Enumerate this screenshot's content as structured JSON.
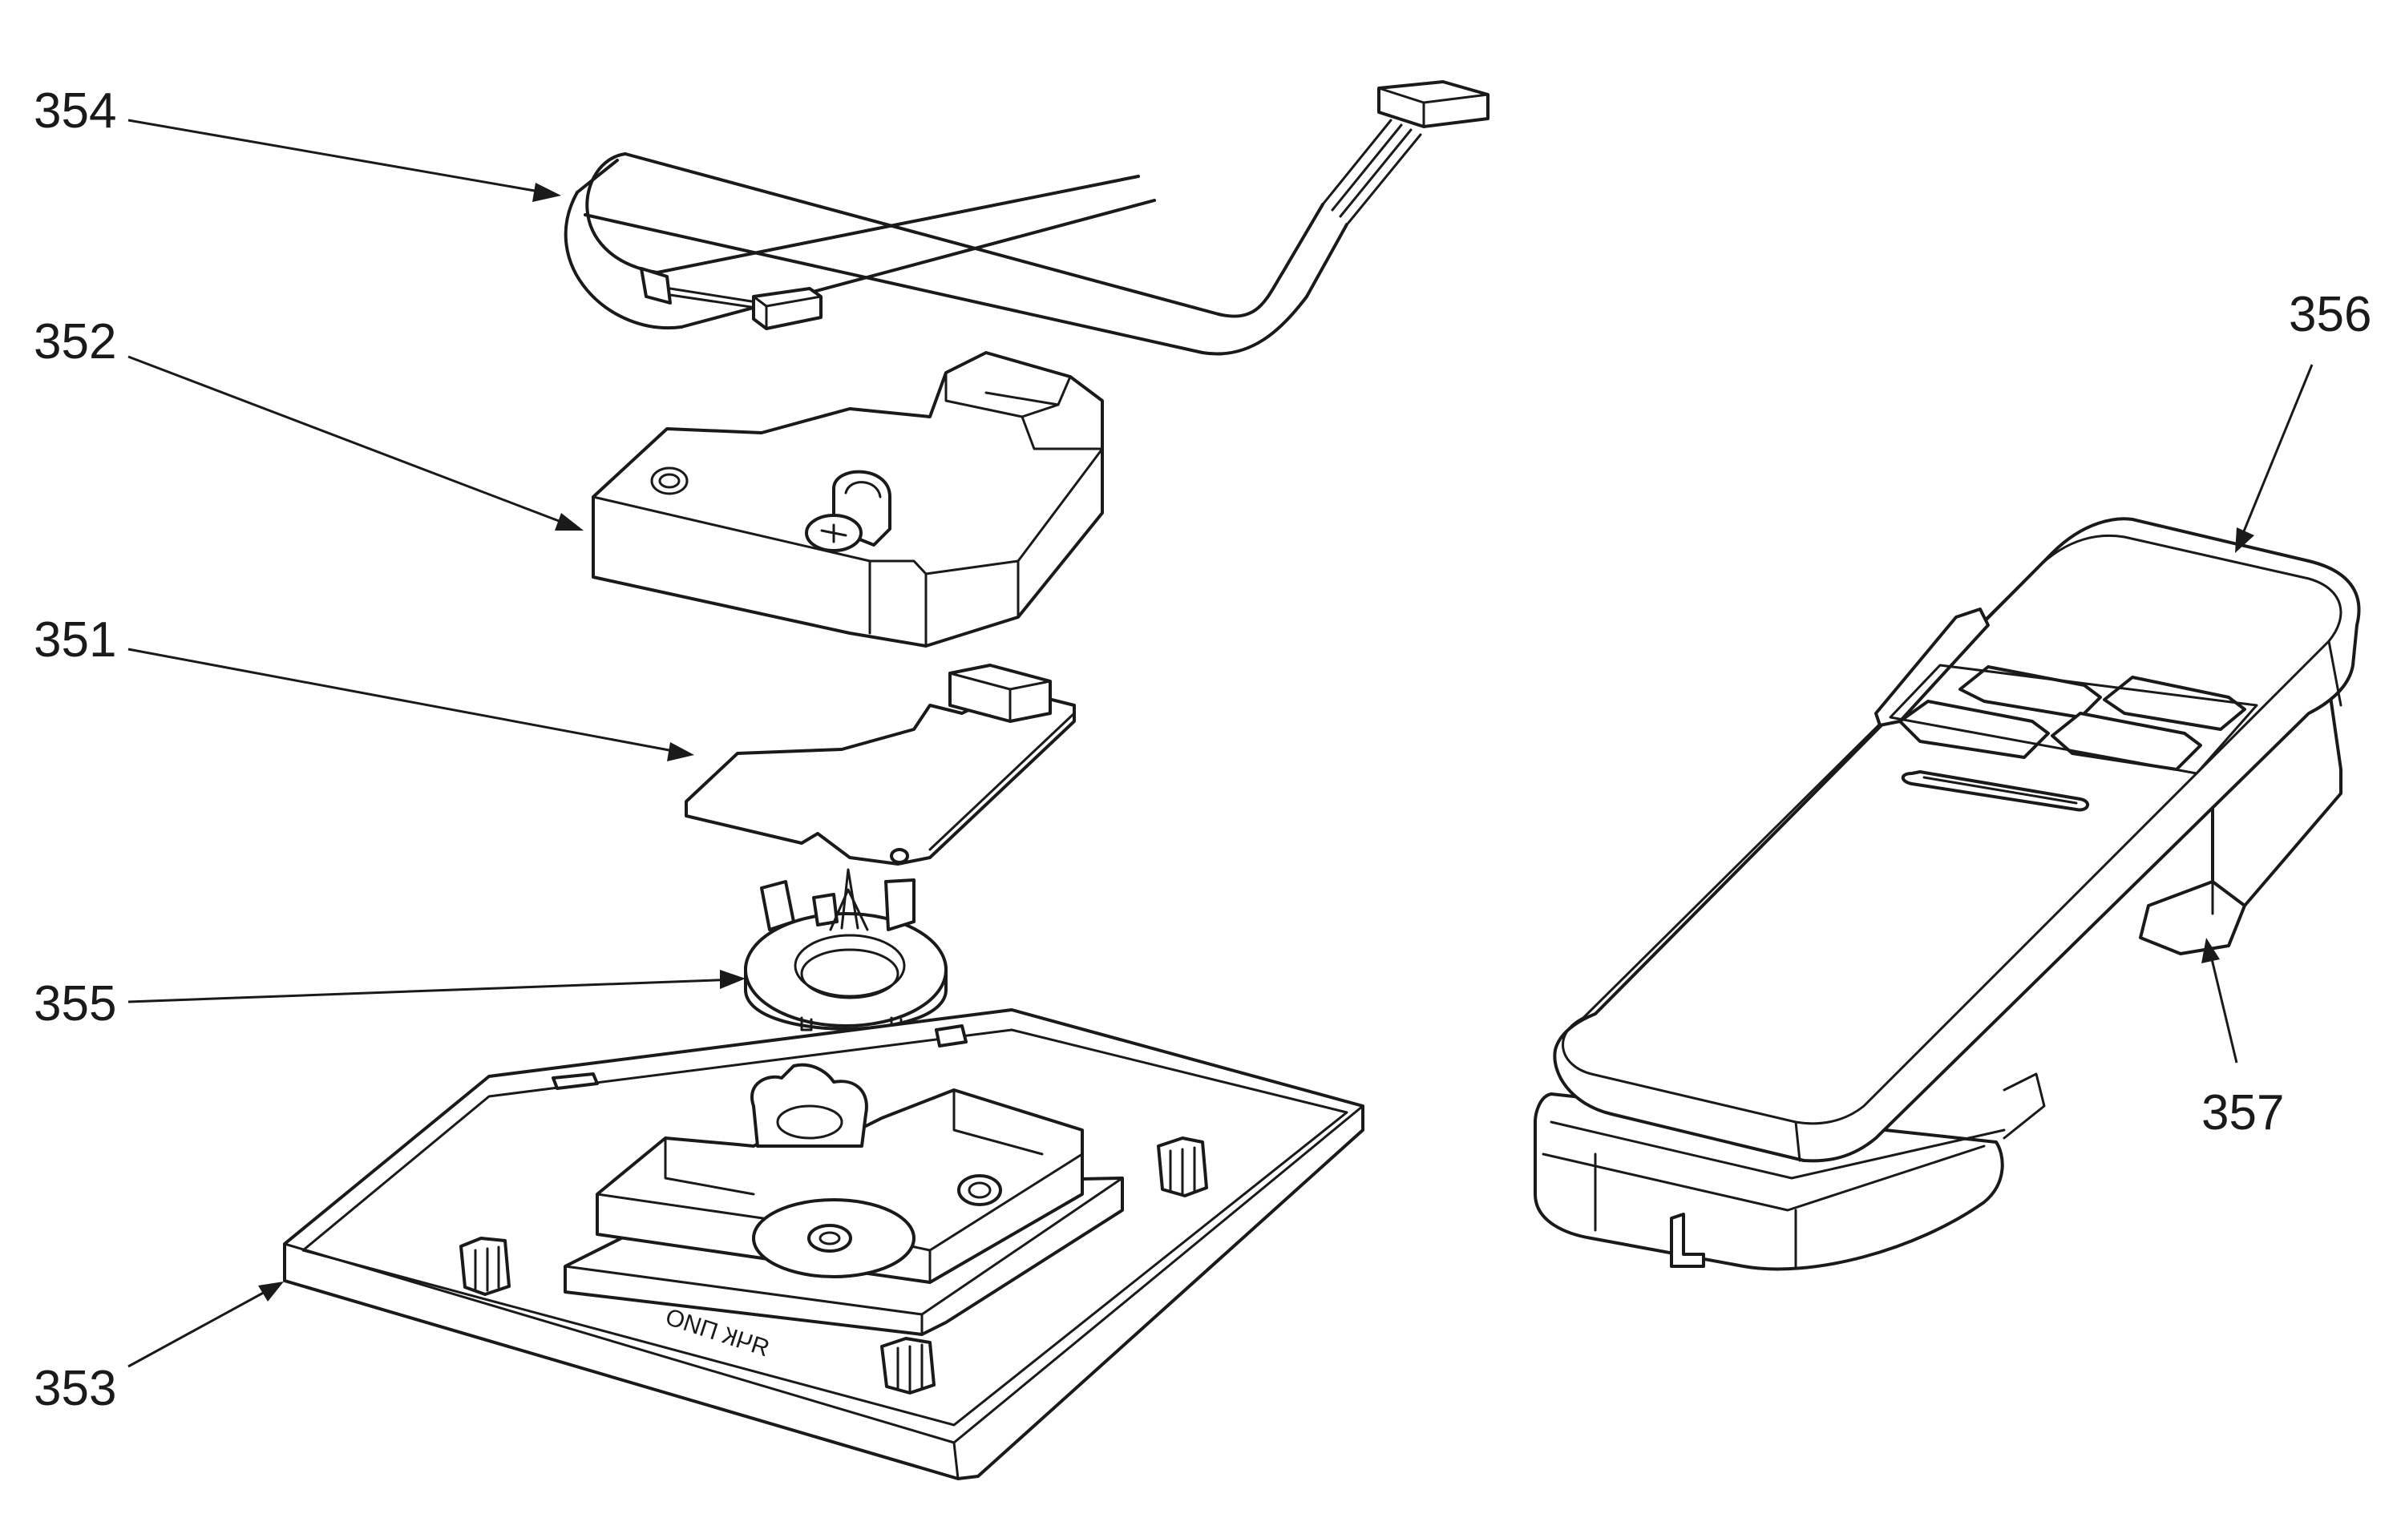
{
  "labels": {
    "l354": "354",
    "l352": "352",
    "l351": "351",
    "l355": "355",
    "l353": "353",
    "l356": "356",
    "l357": "357"
  },
  "engraving": "ЯЧК ПИО"
}
